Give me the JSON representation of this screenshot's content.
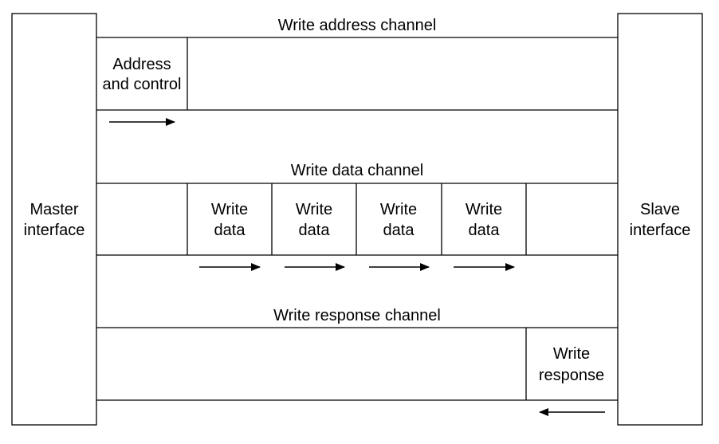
{
  "master": {
    "line1": "Master",
    "line2": "interface"
  },
  "slave": {
    "line1": "Slave",
    "line2": "interface"
  },
  "channels": {
    "address": {
      "title": "Write address channel",
      "block": {
        "line1": "Address",
        "line2": "and control"
      }
    },
    "data": {
      "title": "Write data channel",
      "blocks": [
        {
          "line1": "Write",
          "line2": "data"
        },
        {
          "line1": "Write",
          "line2": "data"
        },
        {
          "line1": "Write",
          "line2": "data"
        },
        {
          "line1": "Write",
          "line2": "data"
        }
      ]
    },
    "response": {
      "title": "Write response channel",
      "block": {
        "line1": "Write",
        "line2": "response"
      }
    }
  },
  "colors": {
    "stroke": "#000000",
    "background": "#ffffff"
  }
}
